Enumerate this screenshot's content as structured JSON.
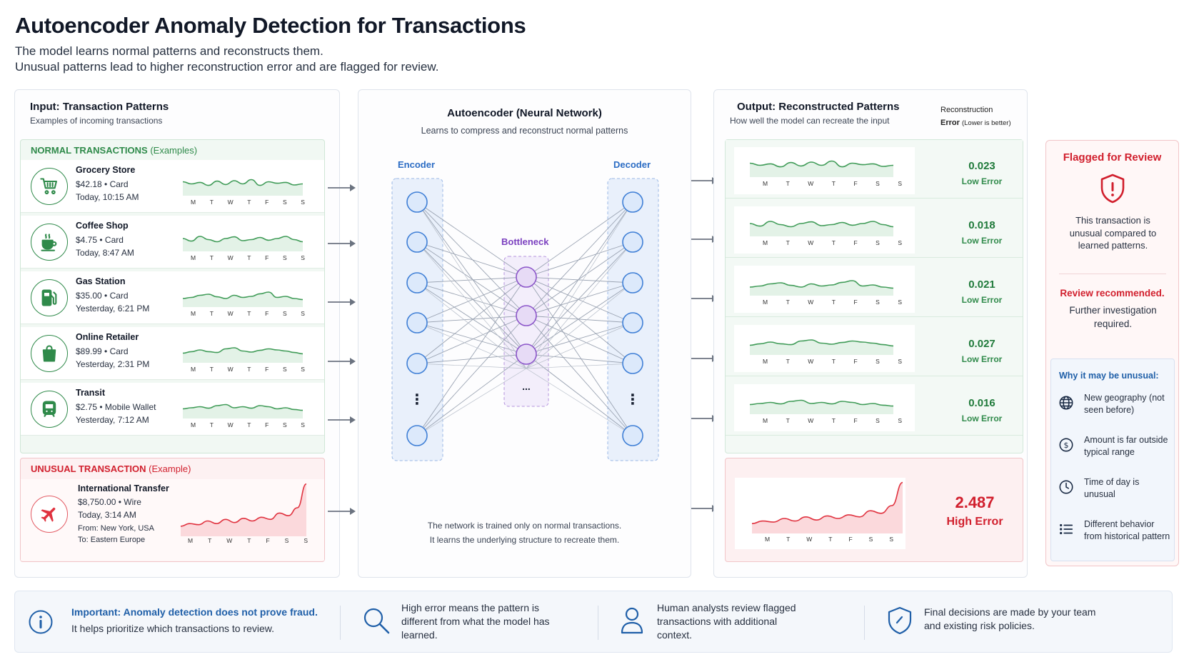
{
  "header": {
    "title": "Autoencoder Anomaly Detection for Transactions",
    "subtitle_line1": "The model learns normal patterns and reconstructs them.",
    "subtitle_line2": "Unusual patterns lead to higher reconstruction error and are flagged for review."
  },
  "input_panel": {
    "title": "Input: Transaction Patterns",
    "subtitle": "Examples of incoming transactions",
    "normal_label": "NORMAL TRANSACTIONS",
    "normal_label_suffix": "(Examples)",
    "unusual_label": "UNUSUAL TRANSACTION",
    "unusual_label_suffix": "(Example)",
    "days": [
      "M",
      "T",
      "W",
      "T",
      "F",
      "S",
      "S"
    ],
    "transactions": [
      {
        "icon": "cart-icon",
        "name": "Grocery Store",
        "amount_method": "$42.18  •  Card",
        "time": "Today, 10:15 AM"
      },
      {
        "icon": "coffee-icon",
        "name": "Coffee Shop",
        "amount_method": "$4.75  •  Card",
        "time": "Today, 8:47 AM"
      },
      {
        "icon": "fuel-pump-icon",
        "name": "Gas Station",
        "amount_method": "$35.00  •  Card",
        "time": "Yesterday, 6:21 PM"
      },
      {
        "icon": "shopping-bag-icon",
        "name": "Online Retailer",
        "amount_method": "$89.99  •  Card",
        "time": "Yesterday, 2:31 PM"
      },
      {
        "icon": "train-icon",
        "name": "Transit",
        "amount_method": "$2.75  •  Mobile Wallet",
        "time": "Yesterday, 7:12 AM"
      }
    ],
    "unusual": {
      "icon": "airplane-icon",
      "name": "International Transfer",
      "amount_method": "$8,750.00  •  Wire",
      "time": "Today, 3:14 AM",
      "from": "From: New York, USA",
      "to": "To: Eastern Europe"
    }
  },
  "network_panel": {
    "title": "Autoencoder (Neural Network)",
    "subtitle": "Learns to compress and reconstruct normal patterns",
    "encoder_label": "Encoder",
    "decoder_label": "Decoder",
    "bottleneck_label": "Bottleneck",
    "ellipsis": "⋮",
    "bottleneck_ellipsis": "...",
    "note_line1": "The network is trained only on normal transactions.",
    "note_line2": "It learns the underlying structure to recreate them."
  },
  "output_panel": {
    "title": "Output: Reconstructed Patterns",
    "subtitle": "How well the model can recreate the input",
    "error_header_line1": "Reconstruction",
    "error_header_bold": "Error",
    "error_header_note": "(Lower is better)",
    "rows": [
      {
        "error": "0.023",
        "label": "Low Error"
      },
      {
        "error": "0.018",
        "label": "Low Error"
      },
      {
        "error": "0.021",
        "label": "Low Error"
      },
      {
        "error": "0.027",
        "label": "Low Error"
      },
      {
        "error": "0.016",
        "label": "Low Error"
      }
    ],
    "unusual_row": {
      "error": "2.487",
      "label": "High Error"
    }
  },
  "flag_panel": {
    "title": "Flagged for Review",
    "icon": "shield-alert-icon",
    "text": "This transaction is unusual compared to learned patterns.",
    "review": "Review recommended.",
    "further": "Further investigation required.",
    "why_title": "Why it may be unusual:",
    "reasons": [
      {
        "icon": "globe-icon",
        "text": "New geography (not seen before)"
      },
      {
        "icon": "dollar-circle-icon",
        "text": "Amount is far outside typical range"
      },
      {
        "icon": "clock-icon",
        "text": "Time of day is unusual"
      },
      {
        "icon": "list-icon",
        "text": "Different behavior from historical pattern"
      }
    ]
  },
  "footer": {
    "important_bold": "Important: Anomaly detection does not prove fraud.",
    "important_text": "It helps prioritize which transactions to review.",
    "item2": "High error means the pattern is different from what the model has learned.",
    "item3": "Human analysts review flagged transactions with additional context.",
    "item4": "Final decisions are made by your team and existing risk policies."
  },
  "colors": {
    "normal_green": "#2f8a4a",
    "anomaly_red": "#d11f2d",
    "encoder_blue": "#3f7fd6",
    "bottleneck_purple": "#8b55c9",
    "info_blue": "#1f5fa8"
  }
}
